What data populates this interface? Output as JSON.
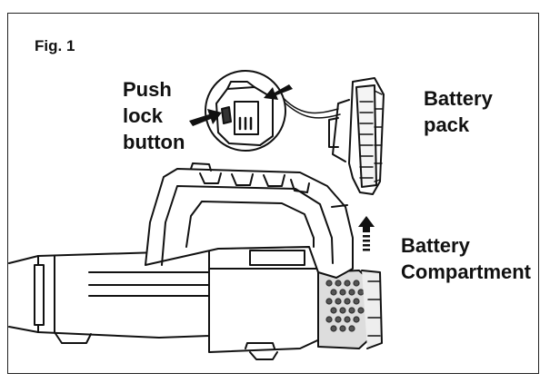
{
  "figure": {
    "fig_label": "Fig. 1",
    "callouts": {
      "push_lock_button": [
        "Push",
        "lock",
        "button"
      ],
      "battery_pack": [
        "Battery",
        "pack"
      ],
      "battery_compartment": [
        "Battery",
        "Compartment"
      ]
    }
  },
  "colors": {
    "line": "#111111",
    "fill_gray": "#d8d8d8",
    "background": "#ffffff"
  }
}
